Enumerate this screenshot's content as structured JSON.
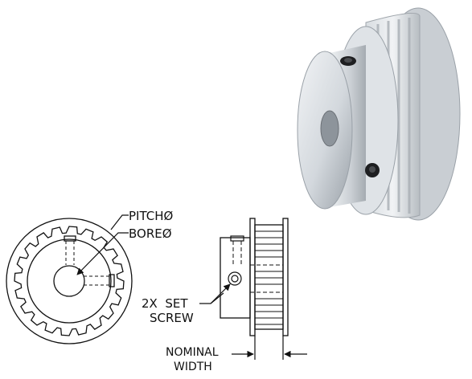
{
  "labels": {
    "pitch_diameter": "PITCHØ",
    "bore_diameter": "BOREØ",
    "set_screw_line1": "2X  SET",
    "set_screw_line2": "SCREW",
    "nominal_line1": "NOMINAL",
    "nominal_line2": "WIDTH"
  },
  "colors": {
    "line": "#111111",
    "metal_light": "#e2e6ea",
    "metal_mid": "#c3c9cf",
    "metal_dark": "#8d949b",
    "bore_shadow": "#6b7076"
  },
  "icons": {
    "set_screw": "hex-socket-set-screw-icon"
  }
}
